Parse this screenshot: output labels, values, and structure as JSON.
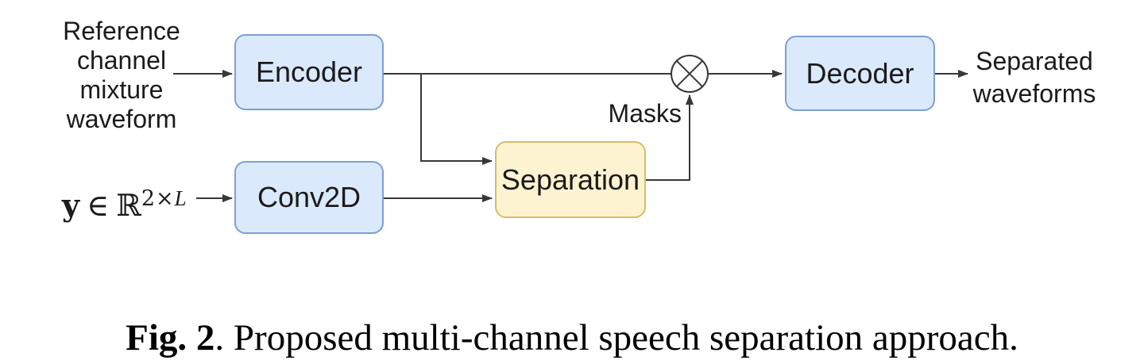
{
  "diagram": {
    "inputs": {
      "reference_label": "Reference\nchannel\nmixture\nwaveform",
      "formula": {
        "vector": "y",
        "element_of": "∈",
        "set": "ℝ",
        "sup_base": "2×",
        "sup_var": "L"
      }
    },
    "nodes": {
      "encoder": "Encoder",
      "conv2d": "Conv2D",
      "separation": "Separation",
      "decoder": "Decoder"
    },
    "annotations": {
      "masks": "Masks"
    },
    "output": {
      "separated_label": "Separated\nwaveforms"
    },
    "colors": {
      "line_color": "#383838",
      "blue_fill": "#dbe9fc",
      "blue_border": "#7d9ed6",
      "yellow_fill": "#fdf3d0",
      "yellow_border": "#d9bb67",
      "text_color": "#1b1b1b"
    }
  },
  "caption": {
    "label": "Fig. 2",
    "text": ". Proposed multi-channel speech separation approach."
  }
}
